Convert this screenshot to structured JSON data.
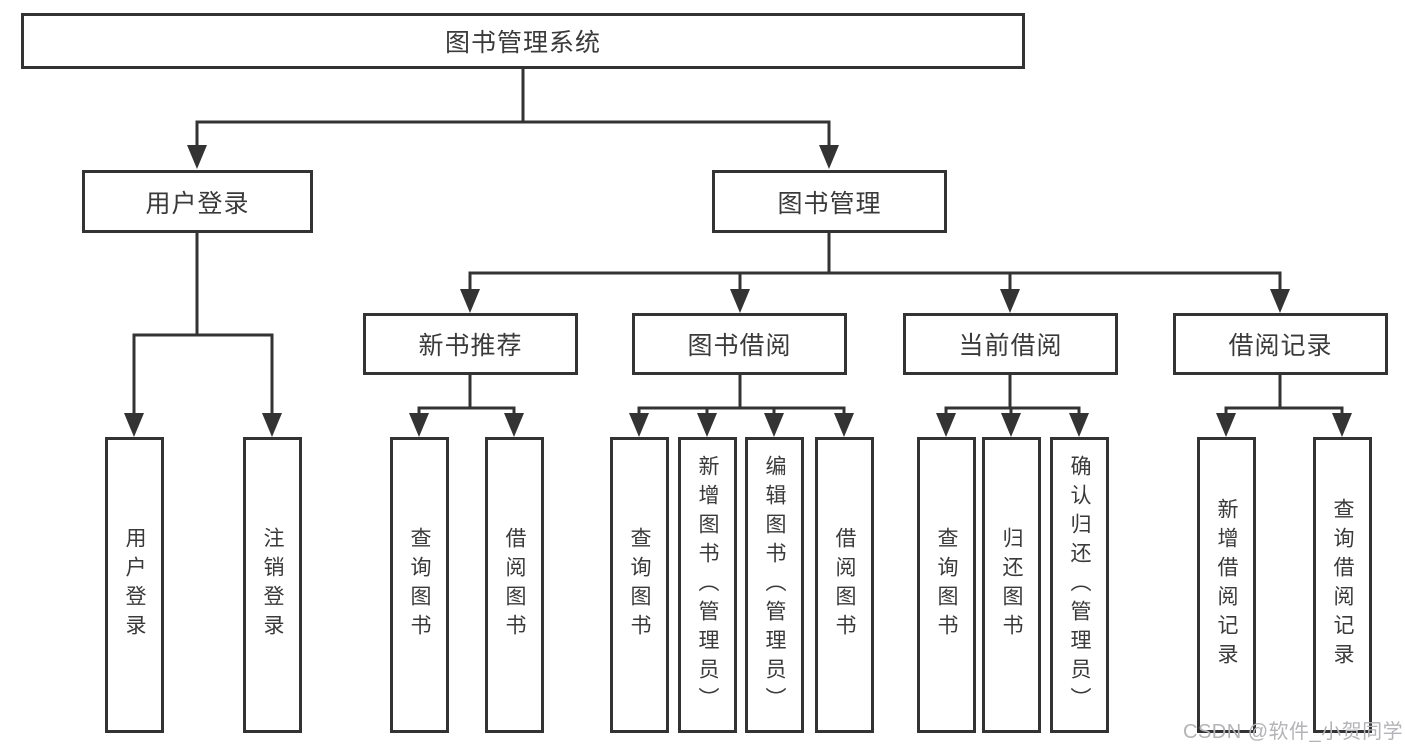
{
  "diagram": {
    "root": {
      "label": "图书管理系统"
    },
    "user_login_branch": {
      "label": "用户登录",
      "children": [
        "用户登录",
        "注销登录"
      ]
    },
    "book_mgmt_branch": {
      "label": "图书管理",
      "groups": [
        {
          "label": "新书推荐",
          "children": [
            "查询图书",
            "借阅图书"
          ]
        },
        {
          "label": "图书借阅",
          "children": [
            "查询图书",
            "新增图书（管理员）",
            "编辑图书（管理员）",
            "借阅图书"
          ]
        },
        {
          "label": "当前借阅",
          "children": [
            "查询图书",
            "归还图书",
            "确认归还（管理员）"
          ]
        },
        {
          "label": "借阅记录",
          "children": [
            "新增借阅记录",
            "查询借阅记录"
          ]
        }
      ]
    },
    "colors": {
      "line": "#333333",
      "text": "#3a3a3a",
      "background": "#ffffff"
    }
  },
  "watermark": {
    "text": "CSDN @软件_小贺同学",
    "color": "#b4b4b8"
  }
}
